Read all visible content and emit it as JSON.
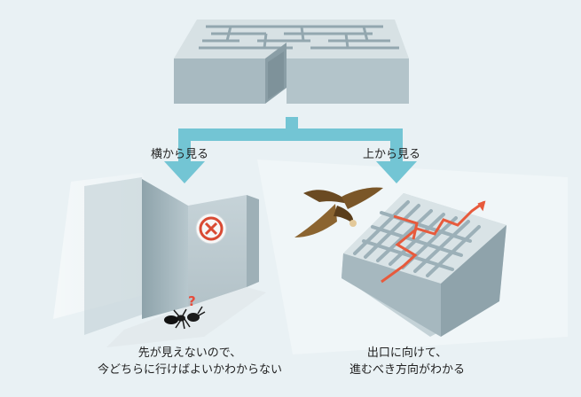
{
  "labels": {
    "side_view": "横から見る",
    "top_view": "上から見る"
  },
  "captions": {
    "side_line1": "先が見えないので、",
    "side_line2": "今どちらに行けばよいかわからない",
    "top_line1": "出口に向けて、",
    "top_line2": "進むべき方向がわかる"
  },
  "icons": {
    "blocked": "prohibited-x-icon",
    "question": "?"
  },
  "colors": {
    "background": "#e9f1f4",
    "arrow": "#73c5d4",
    "maze_wall": "#b3c4cb",
    "route": "#e75a3c",
    "blocked": "#d94a33"
  }
}
